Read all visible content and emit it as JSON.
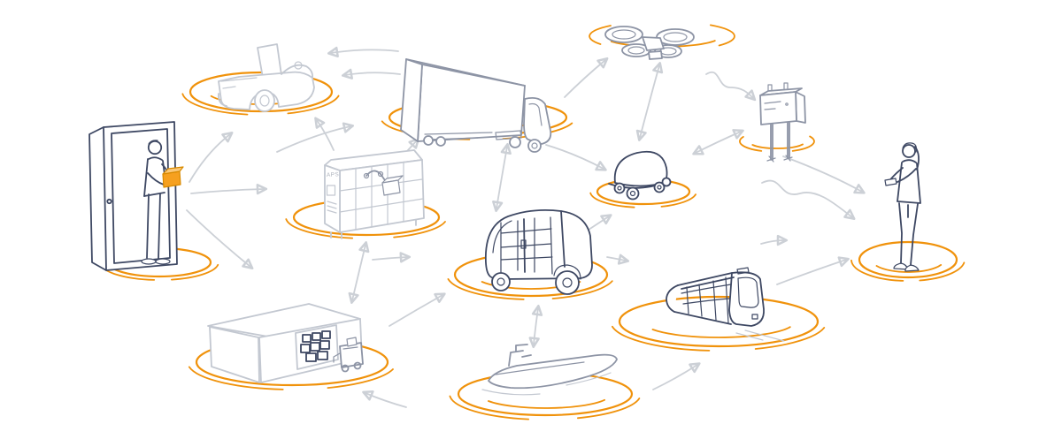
{
  "diagram": {
    "locker_label": "APS",
    "colors": {
      "accent_orange": "#F0920B",
      "ink_dark": "#3E4863",
      "ink_medium": "#8D94A5",
      "ink_light": "#C3C8D1",
      "arrow_gray": "#CCD0D6",
      "package_orange": "#F6A01F"
    },
    "nodes": [
      {
        "id": "courier-at-door",
        "name": "courier holding package at open door"
      },
      {
        "id": "autonomous-car",
        "name": "autonomous car with cargo flap"
      },
      {
        "id": "delivery-truck",
        "name": "semi trailer truck"
      },
      {
        "id": "delivery-drone",
        "name": "quadcopter delivery drone with parcel"
      },
      {
        "id": "parcel-locker",
        "name": "automated parcel station with robotic arm",
        "label": "APS"
      },
      {
        "id": "delivery-pod",
        "name": "autonomous delivery pod with shelves"
      },
      {
        "id": "delivery-rover",
        "name": "domed sidewalk delivery rover"
      },
      {
        "id": "smart-mailbox",
        "name": "smart mailbox on posts"
      },
      {
        "id": "recipient-with-phone",
        "name": "recipient checking smartphone"
      },
      {
        "id": "warehouse",
        "name": "warehouse with stacked parcels and loading robot"
      },
      {
        "id": "delivery-boat",
        "name": "autonomous delivery boat"
      },
      {
        "id": "tram",
        "name": "light-rail cargo tram"
      }
    ],
    "connections": [
      {
        "from": "courier-at-door",
        "to": "autonomous-car",
        "two_way": false
      },
      {
        "from": "courier-at-door",
        "to": "parcel-locker",
        "two_way": false
      },
      {
        "from": "courier-at-door",
        "to": "warehouse",
        "two_way": false
      },
      {
        "from": "delivery-truck",
        "to": "autonomous-car",
        "two_way": false
      },
      {
        "from": "delivery-truck",
        "to": "autonomous-car",
        "two_way": false
      },
      {
        "from": "parcel-locker",
        "to": "autonomous-car",
        "two_way": false
      },
      {
        "from": "parcel-locker",
        "to": "delivery-truck",
        "two_way": false
      },
      {
        "from": "courier-at-door",
        "to": "delivery-truck",
        "two_way": false
      },
      {
        "from": "delivery-truck",
        "to": "delivery-drone",
        "two_way": false
      },
      {
        "from": "delivery-truck",
        "to": "delivery-pod",
        "two_way": true
      },
      {
        "from": "delivery-truck",
        "to": "delivery-rover",
        "two_way": false
      },
      {
        "from": "delivery-drone",
        "to": "delivery-rover",
        "two_way": true
      },
      {
        "from": "delivery-drone",
        "to": "smart-mailbox",
        "two_way": false
      },
      {
        "from": "smart-mailbox",
        "to": "delivery-rover",
        "two_way": true
      },
      {
        "from": "smart-mailbox",
        "to": "recipient-with-phone",
        "two_way": false
      },
      {
        "from": "smart-mailbox",
        "to": "recipient-with-phone",
        "two_way": false
      },
      {
        "from": "tram",
        "to": "recipient-with-phone",
        "two_way": false
      },
      {
        "from": "tram",
        "to": "recipient-with-phone",
        "two_way": false
      },
      {
        "from": "parcel-locker",
        "to": "warehouse",
        "two_way": true
      },
      {
        "from": "parcel-locker",
        "to": "delivery-pod",
        "two_way": false
      },
      {
        "from": "warehouse",
        "to": "delivery-pod",
        "two_way": false
      },
      {
        "from": "delivery-pod",
        "to": "delivery-rover",
        "two_way": true
      },
      {
        "from": "delivery-pod",
        "to": "tram",
        "two_way": false
      },
      {
        "from": "delivery-pod",
        "to": "delivery-boat",
        "two_way": true
      },
      {
        "from": "delivery-boat",
        "to": "tram",
        "two_way": false
      },
      {
        "from": "delivery-boat",
        "to": "warehouse",
        "two_way": false
      }
    ]
  }
}
